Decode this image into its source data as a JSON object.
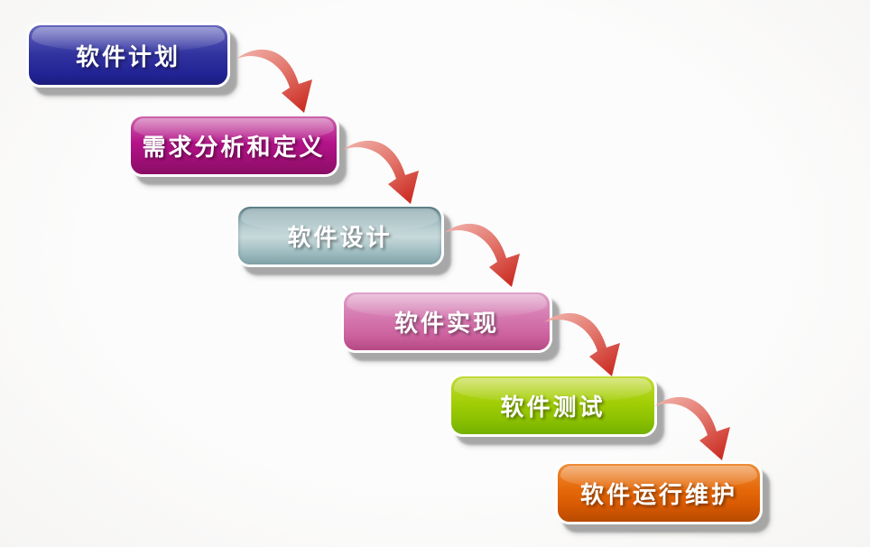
{
  "background_color": "#fbfaf9",
  "diagram": {
    "stages": [
      {
        "label": "软件计划",
        "color_top": "#6466bd",
        "color_bottom": "#1b1c7a"
      },
      {
        "label": "需求分析和定义",
        "color_top": "#cc64ab",
        "color_bottom": "#8a0d66"
      },
      {
        "label": "软件设计",
        "color_top": "#72969c",
        "color_bottom": "#7fa1a6"
      },
      {
        "label": "软件实现",
        "color_top": "#dfa2c8",
        "color_bottom": "#b44983"
      },
      {
        "label": "软件测试",
        "color_top": "#c3da38",
        "color_bottom": "#72b000"
      },
      {
        "label": "软件运行维护",
        "color_top": "#ee8c38",
        "color_bottom": "#b84b00"
      }
    ],
    "connections": [
      {
        "from": "软件计划",
        "to": "需求分析和定义"
      },
      {
        "from": "需求分析和定义",
        "to": "软件设计"
      },
      {
        "from": "软件设计",
        "to": "软件实现"
      },
      {
        "from": "软件实现",
        "to": "软件测试"
      },
      {
        "from": "软件测试",
        "to": "软件运行维护"
      }
    ],
    "arrow_colors": {
      "tail": "#f2b4ad",
      "head": "#cb2b22"
    },
    "box_border_color": "#ffffff",
    "box_shadow_color": "#808080",
    "text_color": "#ffffff"
  }
}
